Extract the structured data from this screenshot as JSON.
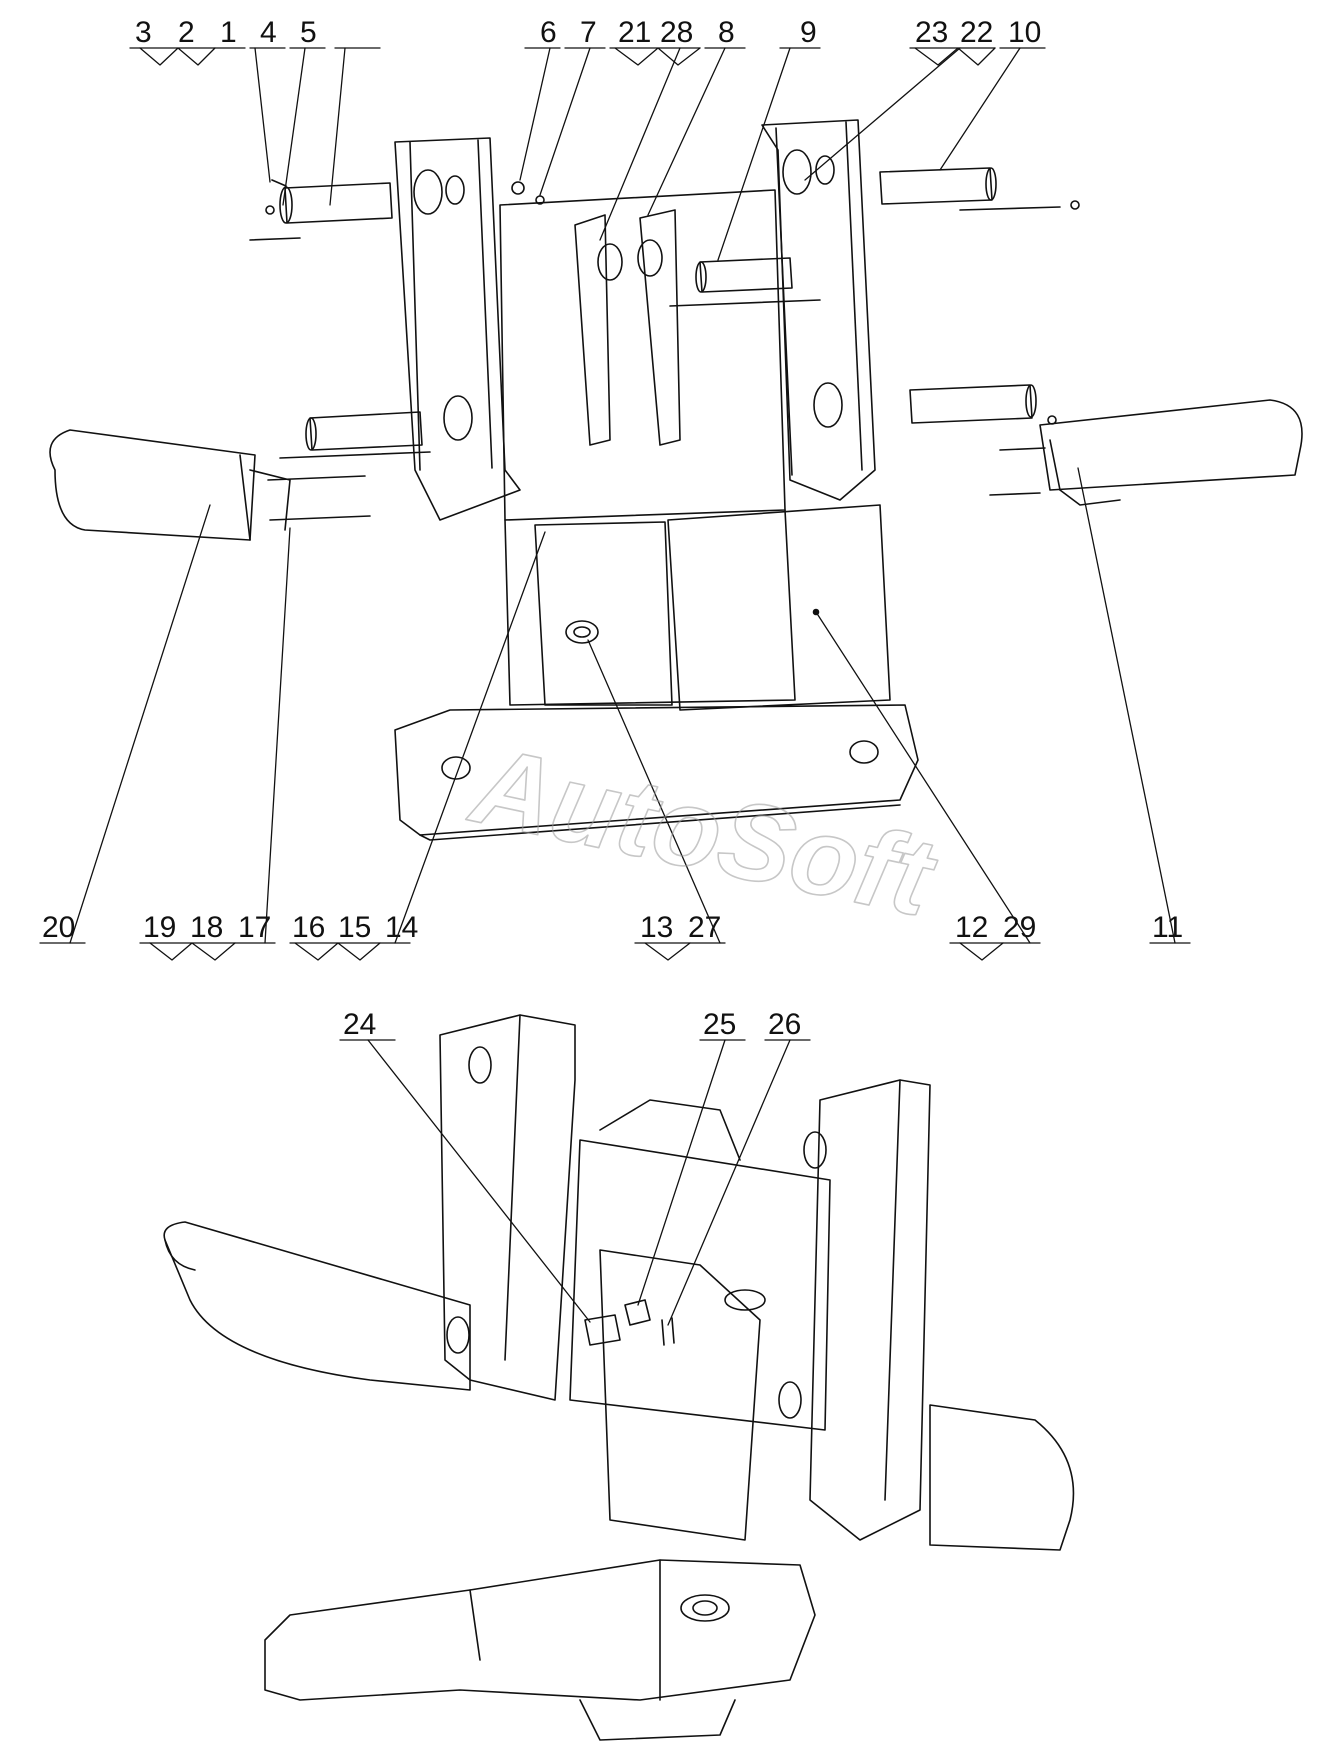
{
  "drawing": {
    "watermark": "AutoSoft",
    "stroke_color": "#111111",
    "background": "#ffffff",
    "callouts_top": [
      [
        "3",
        "2",
        "1"
      ],
      [
        "4"
      ],
      [
        "5"
      ],
      [
        "6"
      ],
      [
        "7"
      ],
      [
        "21",
        "28"
      ],
      [
        "8"
      ],
      [
        "9"
      ],
      [
        "23",
        "22"
      ],
      [
        "10"
      ]
    ],
    "callouts_bottom": [
      [
        "20"
      ],
      [
        "19",
        "18",
        "17"
      ],
      [
        "16",
        "15",
        "14"
      ],
      [
        "13",
        "27"
      ],
      [
        "12",
        "29"
      ],
      [
        "11"
      ]
    ],
    "callouts_lower_view": [
      [
        "24"
      ],
      [
        "25"
      ],
      [
        "26"
      ]
    ]
  }
}
